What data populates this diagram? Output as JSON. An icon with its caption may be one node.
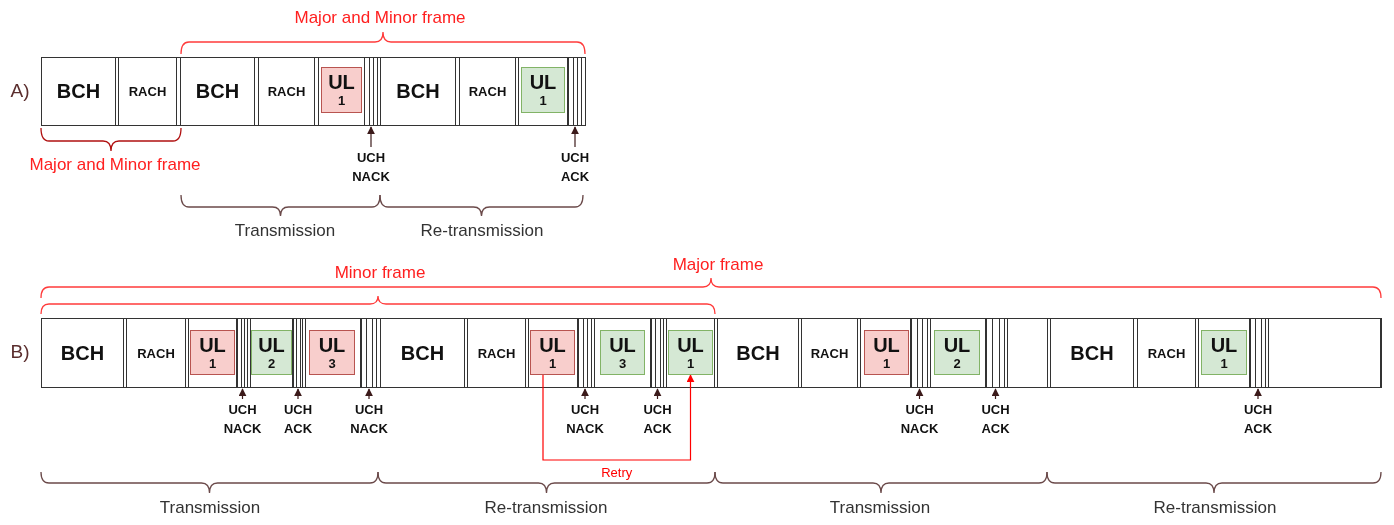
{
  "diagram": {
    "nodes": [
      {
        "text": [
          "BCH"
        ]
      },
      {
        "text": [
          "RACH"
        ]
      },
      {
        "text": [
          "BCH"
        ]
      },
      {
        "text": [
          "RACH"
        ]
      },
      {
        "text": [
          "UL",
          "1"
        ]
      },
      {
        "text": [],
        "shape": "bar"
      },
      {
        "text": [
          "UCH NACK"
        ]
      },
      {
        "text": [
          "BCH"
        ]
      },
      {
        "text": [
          "RACH"
        ]
      },
      {
        "text": [
          "UL",
          "1"
        ]
      },
      {
        "text": [],
        "shape": "bar"
      },
      {
        "text": [
          "UCH ACK"
        ]
      },
      {
        "text": [
          "BCH"
        ]
      },
      {
        "text": [
          "RACH"
        ]
      },
      {
        "text": [
          "UL",
          "1"
        ]
      },
      {
        "text": [],
        "shape": "bar"
      },
      {
        "text": [
          "UL",
          "2"
        ]
      },
      {
        "text": [],
        "shape": "bar"
      },
      {
        "text": [
          "UL",
          "3"
        ]
      },
      {
        "text": [],
        "shape": "bar"
      },
      {
        "text": [
          "BCH"
        ]
      },
      {
        "text": [
          "RACH"
        ]
      },
      {
        "text": [
          "UL",
          "1"
        ]
      },
      {
        "text": [],
        "shape": "bar"
      },
      {
        "text": [
          "UL",
          "3"
        ]
      },
      {
        "text": [],
        "shape": "bar"
      },
      {
        "text": [
          "UL",
          "1"
        ]
      },
      {
        "text": [
          "BCH"
        ]
      },
      {
        "text": [
          "RACH"
        ]
      },
      {
        "text": [
          "UL",
          "1"
        ]
      },
      {
        "text": [],
        "shape": "bar"
      },
      {
        "text": [
          "UL",
          "2"
        ]
      },
      {
        "text": [],
        "shape": "bar"
      },
      {
        "text": [],
        "shape": "box"
      },
      {
        "text": [
          "BCH"
        ]
      },
      {
        "text": [
          "RACH"
        ]
      },
      {
        "text": [
          "UL",
          "1"
        ]
      },
      {
        "text": [],
        "shape": "bar"
      },
      {
        "text": [],
        "shape": "box"
      },
      {
        "text": [
          "UCH NACK"
        ]
      },
      {
        "text": [
          "UCH ACK"
        ]
      },
      {
        "text": [
          "UCH NACK"
        ]
      },
      {
        "text": [
          "UCH NACK"
        ]
      },
      {
        "text": [
          "UCH ACK"
        ]
      },
      {
        "text": [
          "UCH NACK"
        ]
      },
      {
        "text": [
          "UCH ACK"
        ]
      },
      {
        "text": [
          "UCH ACK"
        ]
      }
    ],
    "edges": [
      {
        "from": 6,
        "to": 5,
        "arrow": "to"
      },
      {
        "from": 11,
        "to": 10,
        "arrow": "to"
      },
      {
        "from": 39,
        "to": 15,
        "arrow": "to"
      },
      {
        "from": 40,
        "to": 17,
        "arrow": "to"
      },
      {
        "from": 41,
        "to": 19,
        "arrow": "to"
      },
      {
        "from": 42,
        "to": 23,
        "arrow": "to"
      },
      {
        "from": 43,
        "to": 25,
        "arrow": "to"
      },
      {
        "from": 44,
        "to": 30,
        "arrow": "to"
      },
      {
        "from": 45,
        "to": 32,
        "arrow": "to"
      },
      {
        "from": 46,
        "to": 37,
        "arrow": "to"
      },
      {
        "from": 22,
        "to": 26,
        "arrow": "to",
        "label": "Retry",
        "color": "#ff0000"
      }
    ],
    "labels": [
      "Major and Minor frame",
      "A)",
      "Major and Minor frame",
      "Transmission",
      "Re-transmission",
      "Major frame",
      "Minor frame",
      "B)",
      "Transmission",
      "Re-transmission",
      "Transmission",
      "Re-transmission"
    ]
  }
}
